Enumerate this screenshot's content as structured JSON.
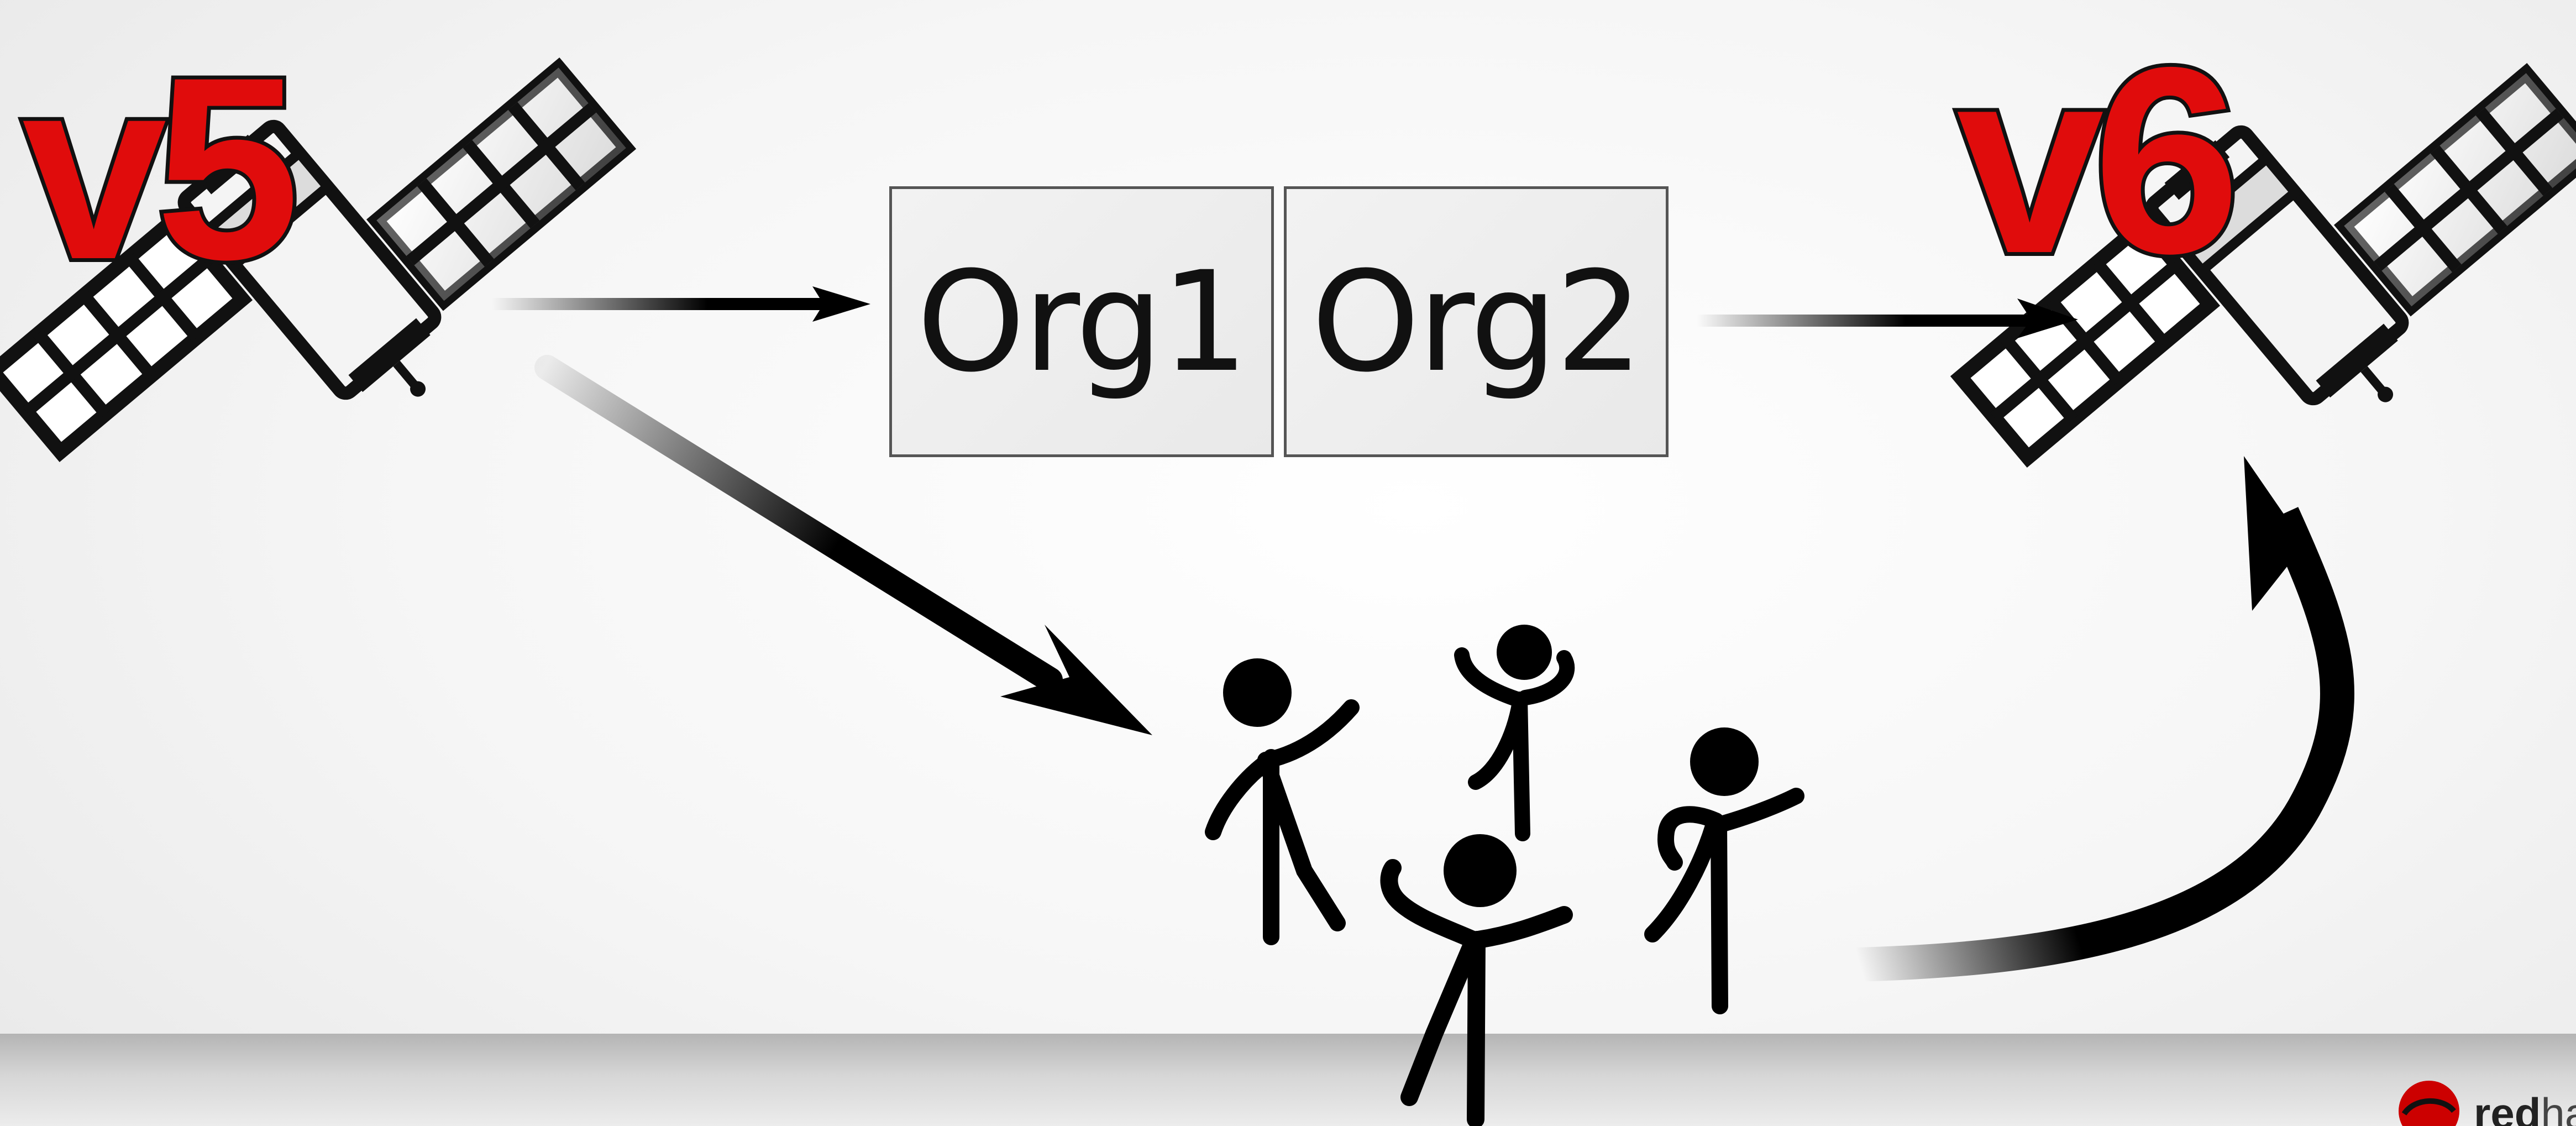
{
  "diagram": {
    "left_version": "v5",
    "right_version": "v6",
    "boxes": [
      {
        "label": "Org1"
      },
      {
        "label": "Org2"
      }
    ],
    "logo": {
      "brand_bold": "red",
      "brand_rest": "ha"
    },
    "colors": {
      "version_fill": "#e00c0c",
      "outline": "#111111",
      "logo_red": "#cc0000"
    },
    "icons": [
      "satellite-icon",
      "satellite-icon",
      "stick-figure-icon",
      "stick-figure-icon",
      "stick-figure-icon",
      "stick-figure-icon",
      "redhat-logo-icon"
    ]
  }
}
